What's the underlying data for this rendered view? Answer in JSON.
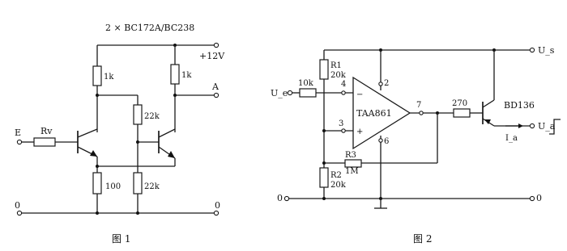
{
  "figure1": {
    "transistor_type": "2 × BC172A/BC238",
    "supply": "+12V",
    "output_label": "A",
    "input_label": "E",
    "input_resistor": "Rv",
    "r_collector_left": "1k",
    "r_collector_right": "1k",
    "r_base_upper": "22k",
    "r_emitter": "100",
    "r_base_lower": "22k",
    "ground_left": "0",
    "ground_right": "0",
    "caption": "图    1"
  },
  "figure2": {
    "r1_name": "R1",
    "r1_value": "20k",
    "input_label": "U_e",
    "input_resistor": "10k",
    "ic_name": "TAA861",
    "pin_inv": "4",
    "pin_noninv": "3",
    "pin_top": "2",
    "pin_out": "7",
    "pin_bottom": "6",
    "base_resistor": "270",
    "transistor": "BD136",
    "supply_label": "U_s",
    "output_label": "U_a",
    "current_label": "I_a",
    "r3_name": "R3",
    "r3_value": "1M",
    "r2_name": "R2",
    "r2_value": "20k",
    "ground_left": "0",
    "ground_right": "0",
    "caption": "图    2"
  }
}
